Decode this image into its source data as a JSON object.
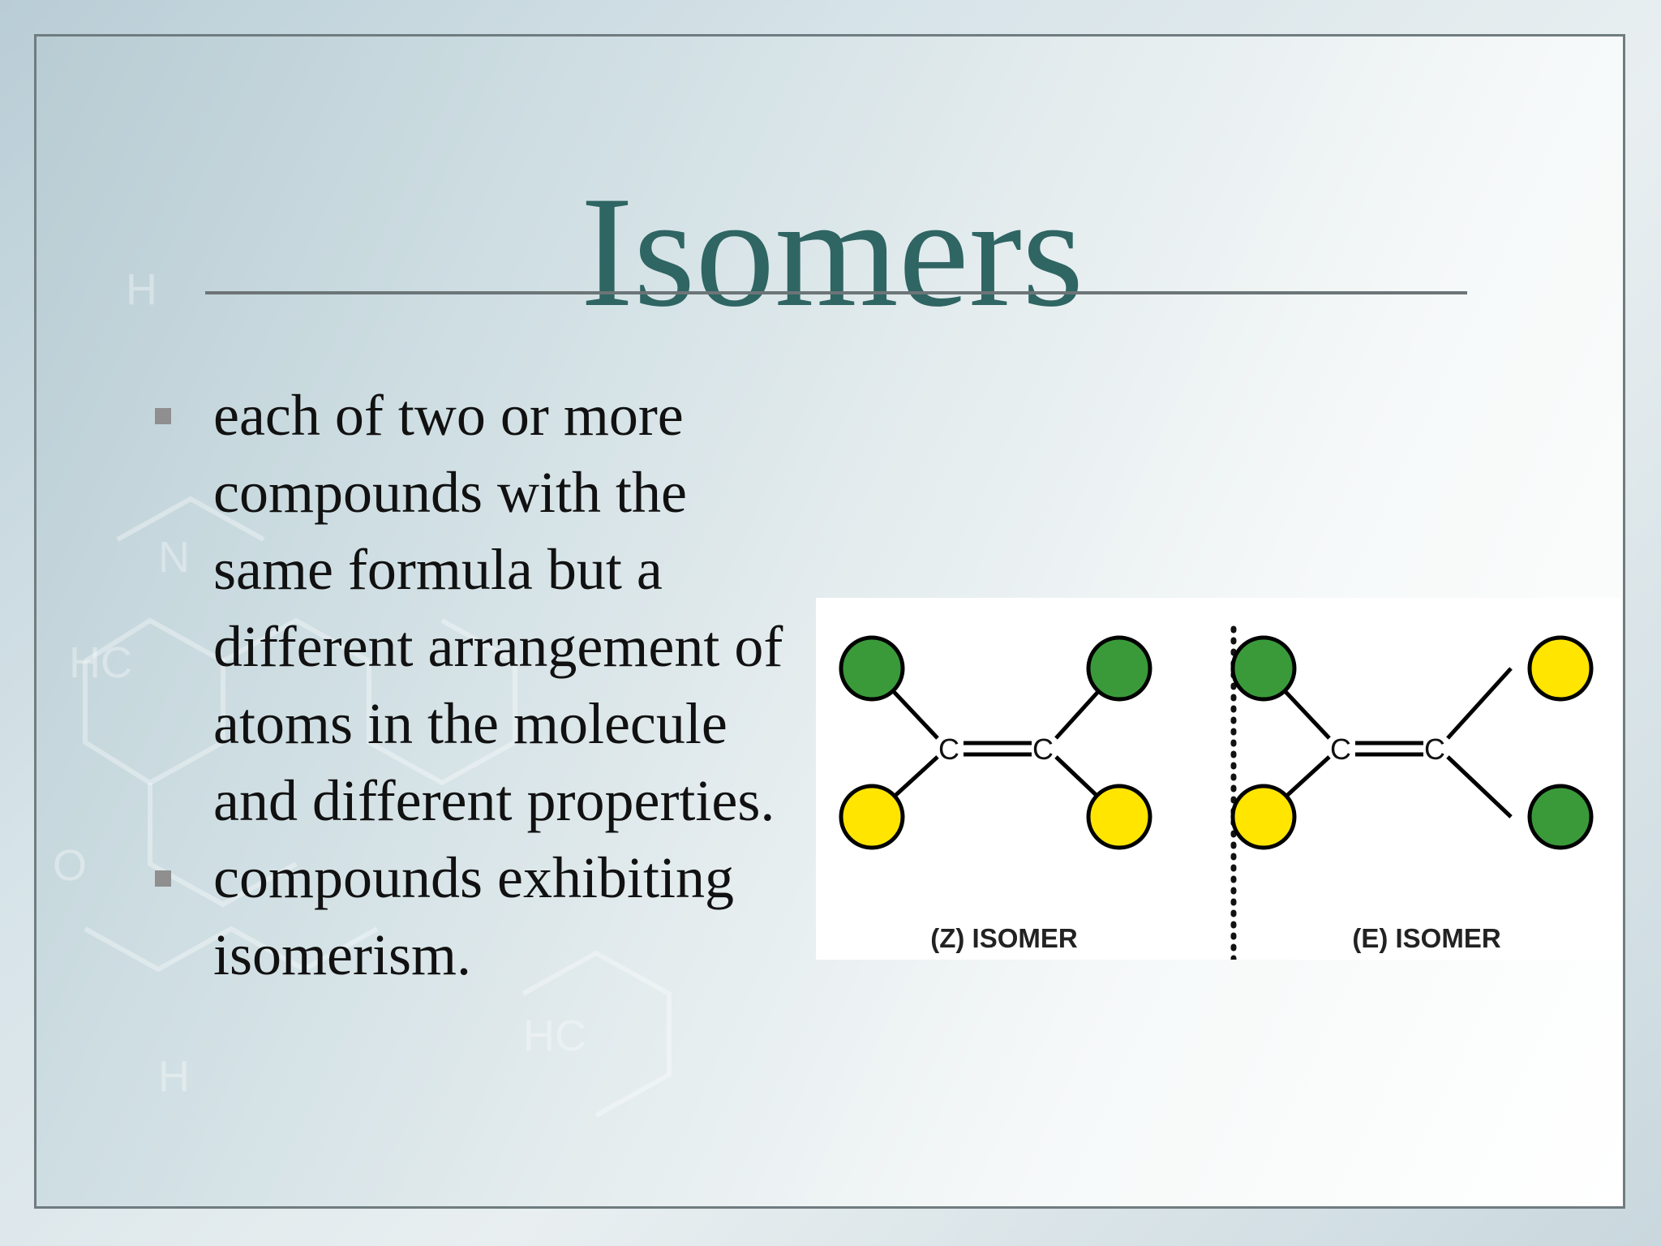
{
  "slide": {
    "title": "Isomers",
    "bullets": [
      "each of two or more compounds with the same formula but a different arrangement of atoms in the molecule and different properties.",
      "compounds exhibiting isomerism."
    ]
  },
  "diagram": {
    "atom_letter": "C",
    "z_isomer": {
      "label": "(Z) ISOMER",
      "top_left": "green",
      "bottom_left": "yellow",
      "top_right": "green",
      "bottom_right": "yellow"
    },
    "e_isomer": {
      "label": "(E) ISOMER",
      "top_left": "green",
      "bottom_left": "yellow",
      "top_right": "yellow",
      "bottom_right": "green"
    }
  },
  "colors": {
    "title": "#2f6563",
    "green_atom": "#3a9a3a",
    "yellow_atom": "#ffe500",
    "bullet_marker": "#8f8f8f"
  }
}
